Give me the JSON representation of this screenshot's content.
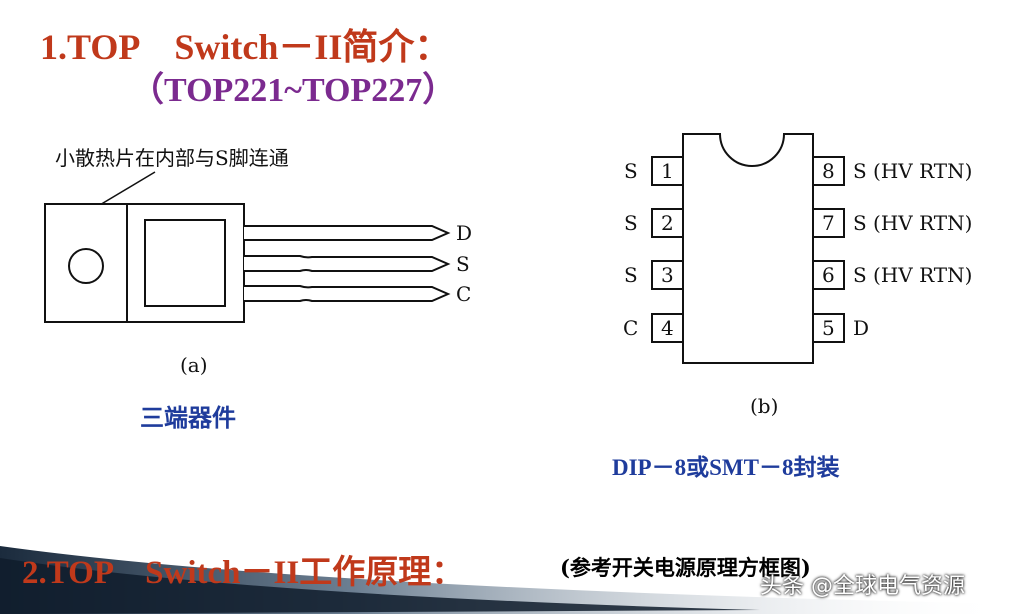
{
  "title": {
    "line1": "1.TOP    Switch－II简介：",
    "line2": "（TOP221~TOP227）"
  },
  "figure_a": {
    "annotation": "小散热片在内部与S脚连通",
    "pins": [
      "D",
      "S",
      "C"
    ],
    "caption_letter": "(a)",
    "caption": "三端器件"
  },
  "figure_b": {
    "left_pins": [
      {
        "label": "S",
        "num": "1"
      },
      {
        "label": "S",
        "num": "2"
      },
      {
        "label": "S",
        "num": "3"
      },
      {
        "label": "C",
        "num": "4"
      }
    ],
    "right_pins": [
      {
        "label": "S (HV RTN)",
        "num": "8"
      },
      {
        "label": "S (HV RTN)",
        "num": "7"
      },
      {
        "label": "S (HV RTN)",
        "num": "6"
      },
      {
        "label": "D",
        "num": "5"
      }
    ],
    "caption_letter": "(b)",
    "caption": "DIP－8或SMT－8封装"
  },
  "section2": {
    "heading": "2.TOP    Switch－II工作原理：",
    "note": "(参考开关电源原理方框图)"
  },
  "watermark": "头条 @全球电气资源",
  "colors": {
    "title_red": "#c0391b",
    "title_purple": "#7b2a8f",
    "caption_blue": "#1f3c9c"
  }
}
